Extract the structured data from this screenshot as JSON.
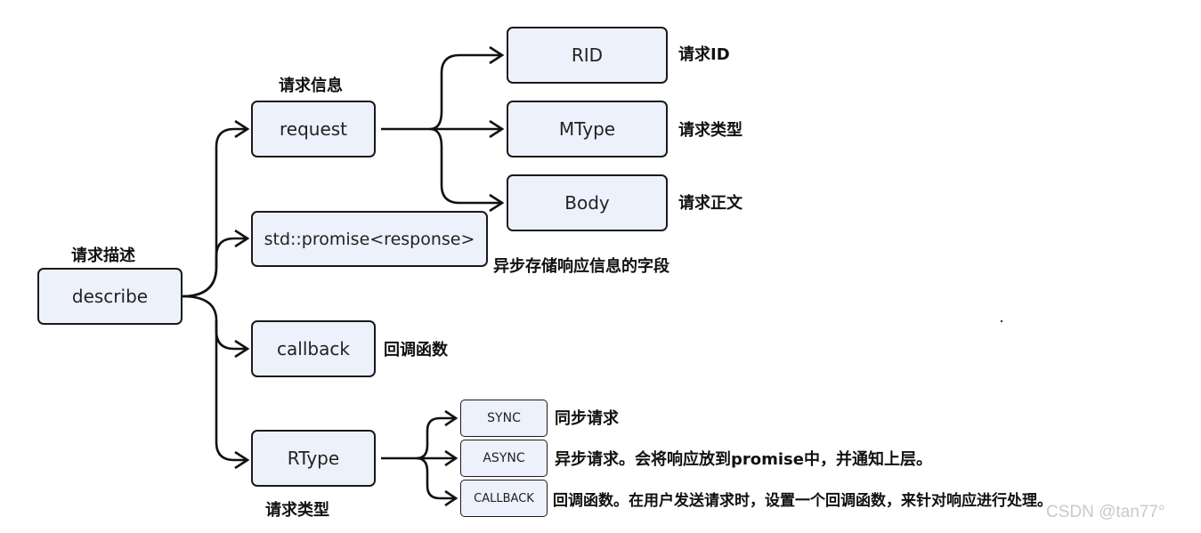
{
  "nodes": {
    "describe": "describe",
    "request": "request",
    "promise": "std::promise<response>",
    "callback": "callback",
    "rtype": "RType",
    "rid": "RID",
    "mtype": "MType",
    "body": "Body",
    "sync": "SYNC",
    "async": "ASYNC",
    "callback_mode": "CALLBACK"
  },
  "labels": {
    "describe": "请求描述",
    "request": "请求信息",
    "rid": "请求ID",
    "mtype": "请求类型",
    "body": "请求正文",
    "promise": "异步存储响应信息的字段",
    "callback": "回调函数",
    "rtype": "请求类型",
    "sync": "同步请求",
    "async": "异步请求。会将响应放到promise中，并通知上层。",
    "callback_mode": "回调函数。在用户发送请求时，设置一个回调函数，来针对响应进行处理。"
  },
  "watermark": "CSDN @tan77°",
  "colors": {
    "node_fill": "#edf1fb",
    "node_border": "#1a1a1a",
    "watermark": "#c9c9c9"
  }
}
